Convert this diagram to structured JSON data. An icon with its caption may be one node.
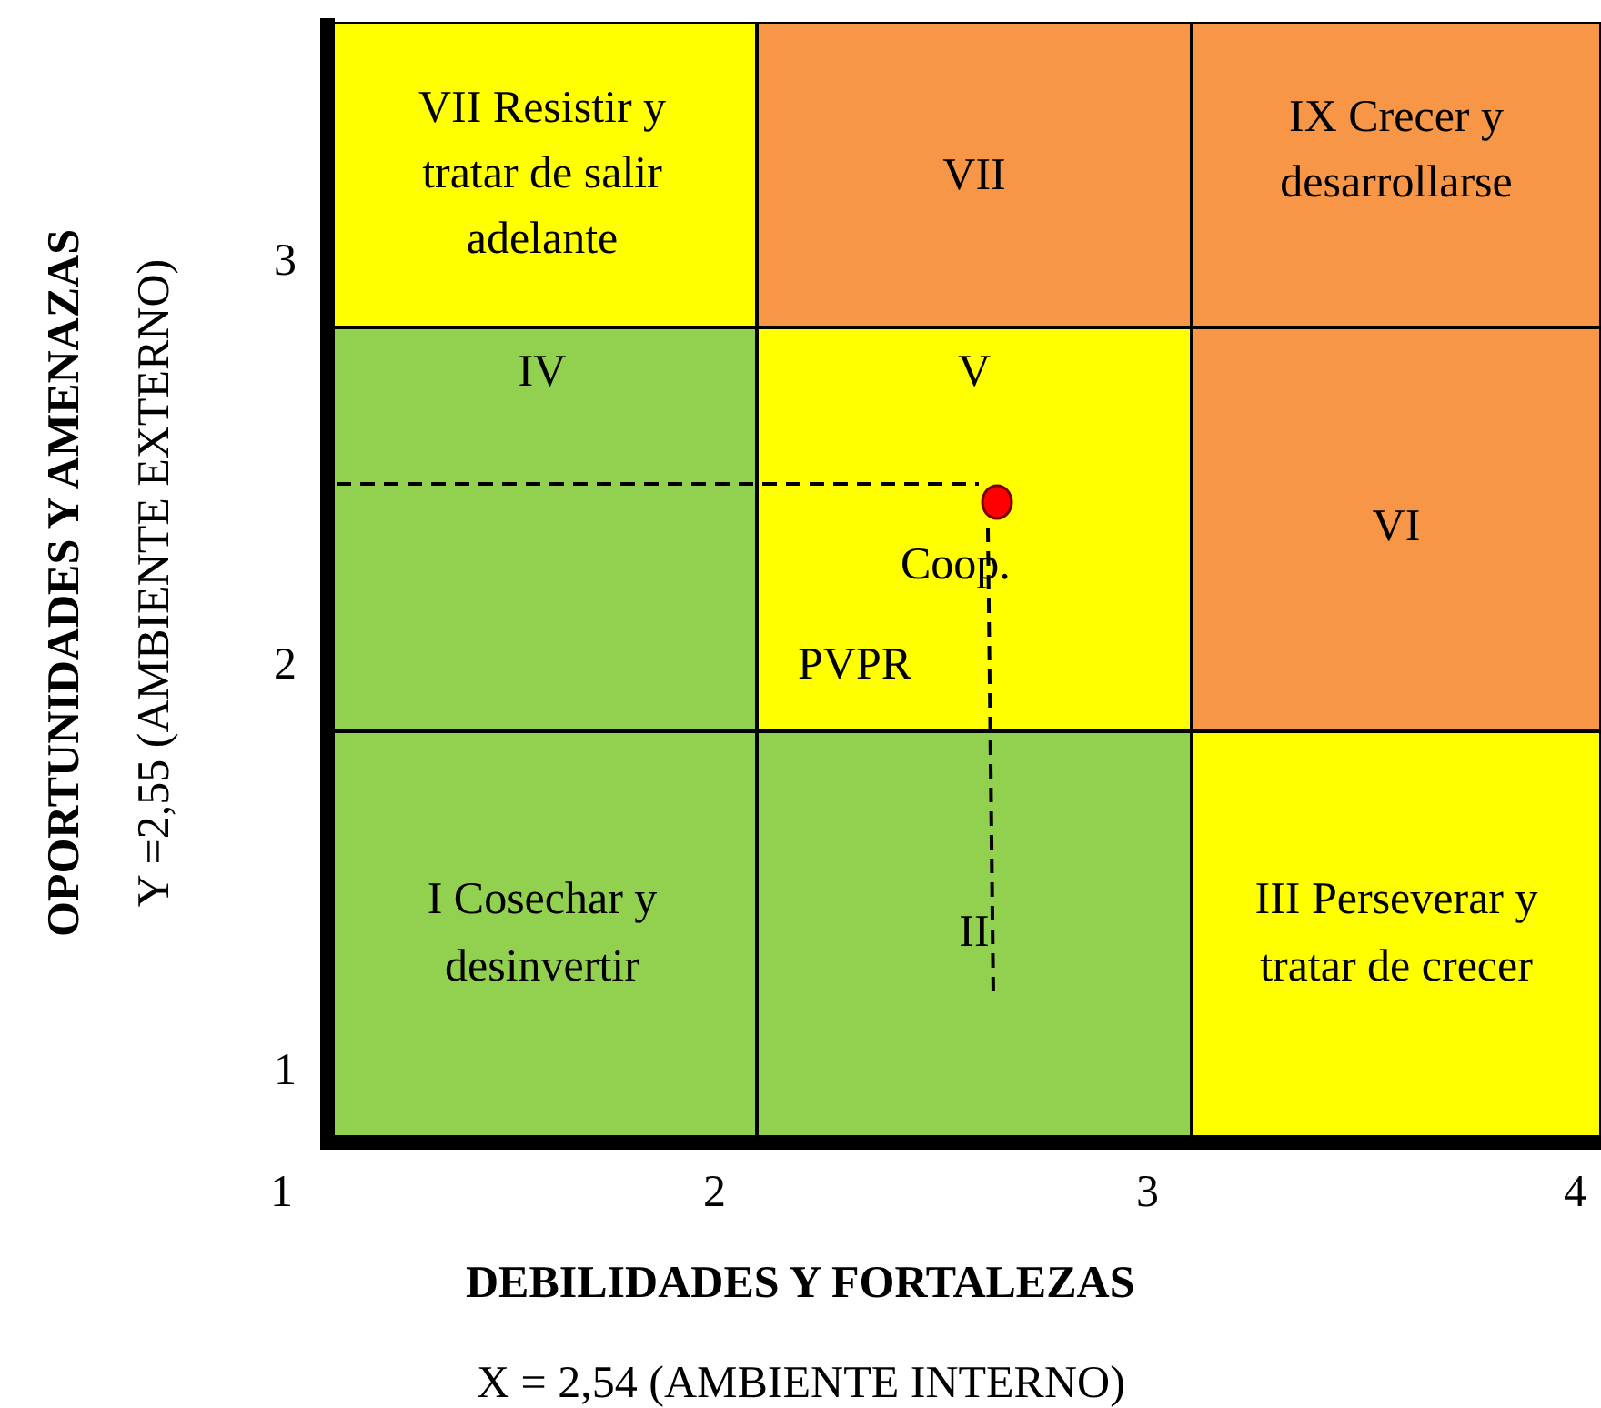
{
  "diagram": {
    "nodes": [
      {
        "text": [
          "VII Resistir y tratar de salir adelante"
        ]
      },
      {
        "text": [
          "VII"
        ]
      },
      {
        "text": [
          "IX Crecer y desarrollarse"
        ]
      },
      {
        "text": [
          "IV"
        ]
      },
      {
        "text": [
          "V"
        ]
      },
      {
        "text": [
          "VI"
        ]
      },
      {
        "text": [
          "I Cosechar y desinvertir"
        ]
      },
      {
        "text": [
          "II"
        ]
      },
      {
        "text": [
          "III Perseverar y tratar de crecer"
        ]
      }
    ],
    "edges": [],
    "labels": [
      "OPORTUNIDADES Y AMENAZAS",
      "Y =2,55  (AMBIENTE EXTERNO)",
      "3",
      "Coop.",
      "2",
      "PVPR",
      "1",
      "1",
      "2",
      "3",
      "4",
      "DEBILIDADES Y FORTALEZAS",
      "X = 2,54  (AMBIENTE INTERNO)"
    ]
  }
}
